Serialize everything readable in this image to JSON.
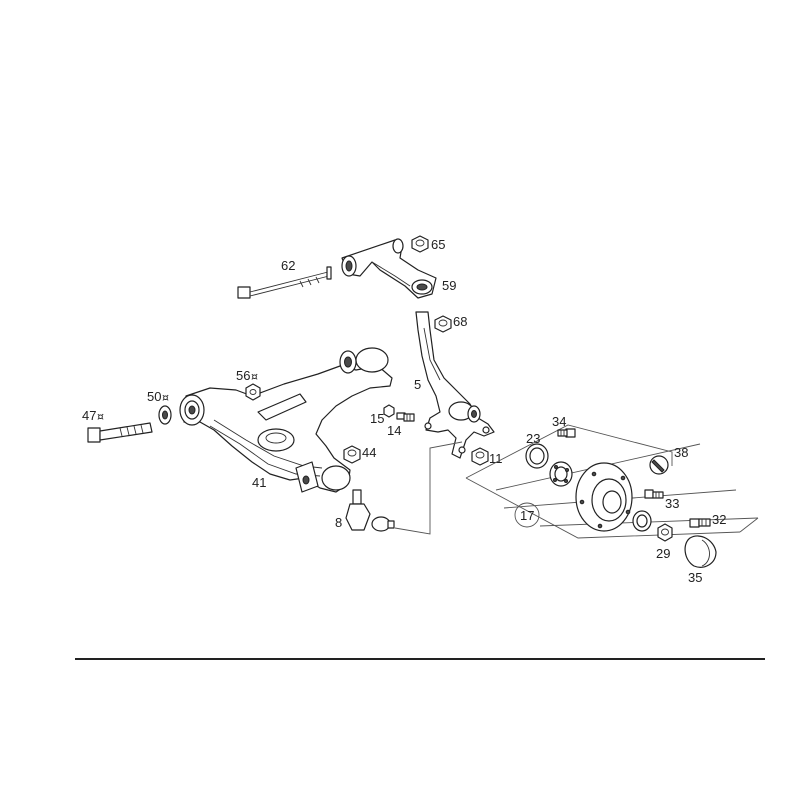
{
  "diagram": {
    "part_numbers": {
      "p62": "62",
      "p65": "65",
      "p59": "59",
      "p68": "68",
      "p56": "56",
      "p50": "50",
      "p47": "47",
      "p5": "5",
      "p15": "15",
      "p14": "14",
      "p34": "34",
      "p23": "23",
      "p11": "11",
      "p44": "44",
      "p41": "41",
      "p38": "38",
      "p8": "8",
      "p17": "17",
      "p33": "33",
      "p32": "32",
      "p29": "29",
      "p35": "35"
    },
    "symbols": {
      "replace_mark": "¤"
    },
    "colors": {
      "line": "#222222",
      "background": "#ffffff"
    }
  }
}
